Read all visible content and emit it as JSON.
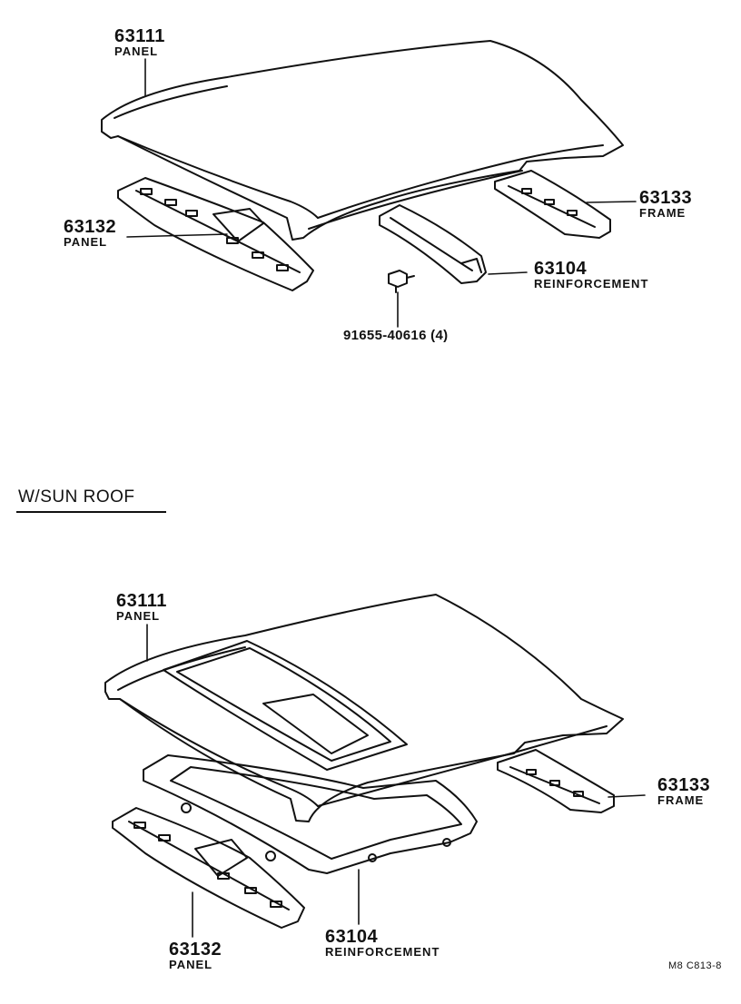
{
  "top_diagram": {
    "panel_top": {
      "number": "63111",
      "name": "PANEL"
    },
    "panel_front": {
      "number": "63132",
      "name": "PANEL"
    },
    "frame": {
      "number": "63133",
      "name": "FRAME"
    },
    "reinforcement": {
      "number": "63104",
      "name": "REINFORCEMENT"
    },
    "clip": {
      "part": "91655-40616 (4)"
    }
  },
  "section_title": "W/SUN  ROOF",
  "bottom_diagram": {
    "panel_top": {
      "number": "63111",
      "name": "PANEL"
    },
    "frame": {
      "number": "63133",
      "name": "FRAME"
    },
    "panel_front": {
      "number": "63132",
      "name": "PANEL"
    },
    "reinforcement": {
      "number": "63104",
      "name": "REINFORCEMENT"
    }
  },
  "figure_code": "M8  C813-8"
}
